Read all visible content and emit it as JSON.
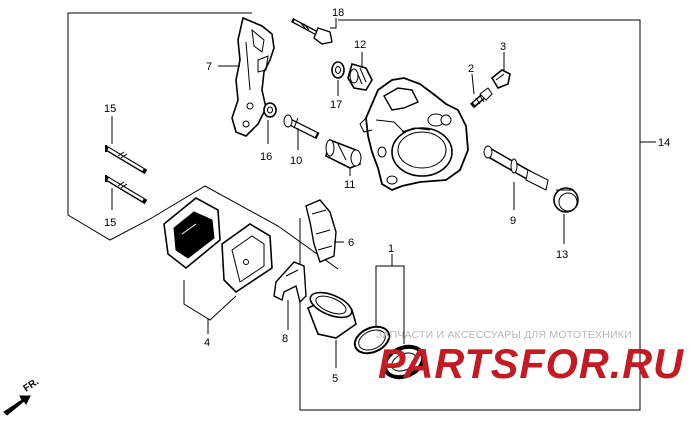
{
  "diagram": {
    "callouts": [
      {
        "id": "c1",
        "label": "1"
      },
      {
        "id": "c2",
        "label": "2"
      },
      {
        "id": "c3",
        "label": "3"
      },
      {
        "id": "c4",
        "label": "4"
      },
      {
        "id": "c5",
        "label": "5"
      },
      {
        "id": "c6",
        "label": "6"
      },
      {
        "id": "c7",
        "label": "7"
      },
      {
        "id": "c8",
        "label": "8"
      },
      {
        "id": "c9",
        "label": "9"
      },
      {
        "id": "c10",
        "label": "10"
      },
      {
        "id": "c11",
        "label": "11"
      },
      {
        "id": "c12",
        "label": "12"
      },
      {
        "id": "c13",
        "label": "13"
      },
      {
        "id": "c14",
        "label": "14"
      },
      {
        "id": "c15a",
        "label": "15"
      },
      {
        "id": "c15b",
        "label": "15"
      },
      {
        "id": "c16",
        "label": "16"
      },
      {
        "id": "c17",
        "label": "17"
      },
      {
        "id": "c18",
        "label": "18"
      }
    ],
    "direction_label": "FR."
  },
  "watermark": {
    "tagline": "ЗАПЧАСТИ И АКСЕССУАРЫ ДЛЯ МОТОТЕХНИКИ",
    "logo": "PARTSFOR.RU"
  }
}
